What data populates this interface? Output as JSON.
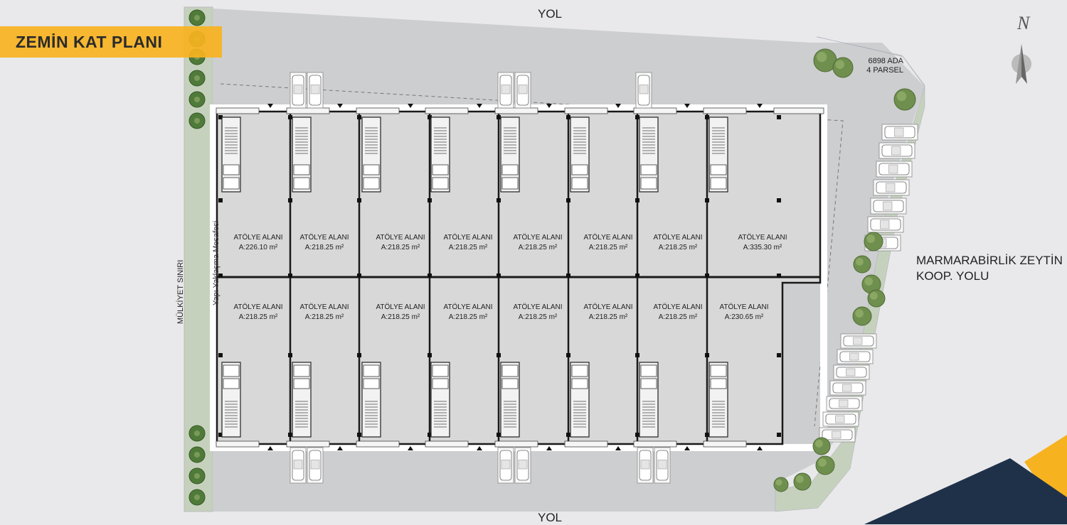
{
  "title": "ZEMİN KAT PLANI",
  "roads": {
    "top": "YOL",
    "bottom": "YOL",
    "east": [
      "MARMARABİRLİK ZEYTİN",
      "KOOP. YOLU"
    ]
  },
  "north_label": "N",
  "parcel": [
    "6898 ADA",
    "4 PARSEL"
  ],
  "property_line": "MÜLKİYET SINIRI",
  "setback": "Yapı Yaklaşma Mesafesi",
  "units": {
    "top_row": [
      {
        "name": "ATÖLYE ALANI",
        "area": "A:226.10 m²"
      },
      {
        "name": "ATÖLYE ALANI",
        "area": "A:218.25 m²"
      },
      {
        "name": "ATÖLYE ALANI",
        "area": "A:218.25 m²"
      },
      {
        "name": "ATÖLYE ALANI",
        "area": "A:218.25 m²"
      },
      {
        "name": "ATÖLYE ALANI",
        "area": "A:218.25 m²"
      },
      {
        "name": "ATÖLYE ALANI",
        "area": "A:218.25 m²"
      },
      {
        "name": "ATÖLYE ALANI",
        "area": "A:218.25 m²"
      },
      {
        "name": "ATÖLYE ALANI",
        "area": "A:335.30 m²"
      }
    ],
    "bottom_row": [
      {
        "name": "ATÖLYE ALANI",
        "area": "A:218.25 m²"
      },
      {
        "name": "ATÖLYE ALANI",
        "area": "A:218.25 m²"
      },
      {
        "name": "ATÖLYE ALANI",
        "area": "A:218.25 m²"
      },
      {
        "name": "ATÖLYE ALANI",
        "area": "A:218.25 m²"
      },
      {
        "name": "ATÖLYE ALANI",
        "area": "A:218.25 m²"
      },
      {
        "name": "ATÖLYE ALANI",
        "area": "A:218.25 m²"
      },
      {
        "name": "ATÖLYE ALANI",
        "area": "A:218.25 m²"
      },
      {
        "name": "ATÖLYE ALANI",
        "area": "A:230.65 m²"
      }
    ]
  },
  "colors": {
    "accent_orange": "#f7b220",
    "accent_navy": "#1f3149",
    "green_strip": "#c5d1bd",
    "site_grey": "#cdced0",
    "floor_grey": "#d8d8d8",
    "background": "#e9e9eb"
  }
}
